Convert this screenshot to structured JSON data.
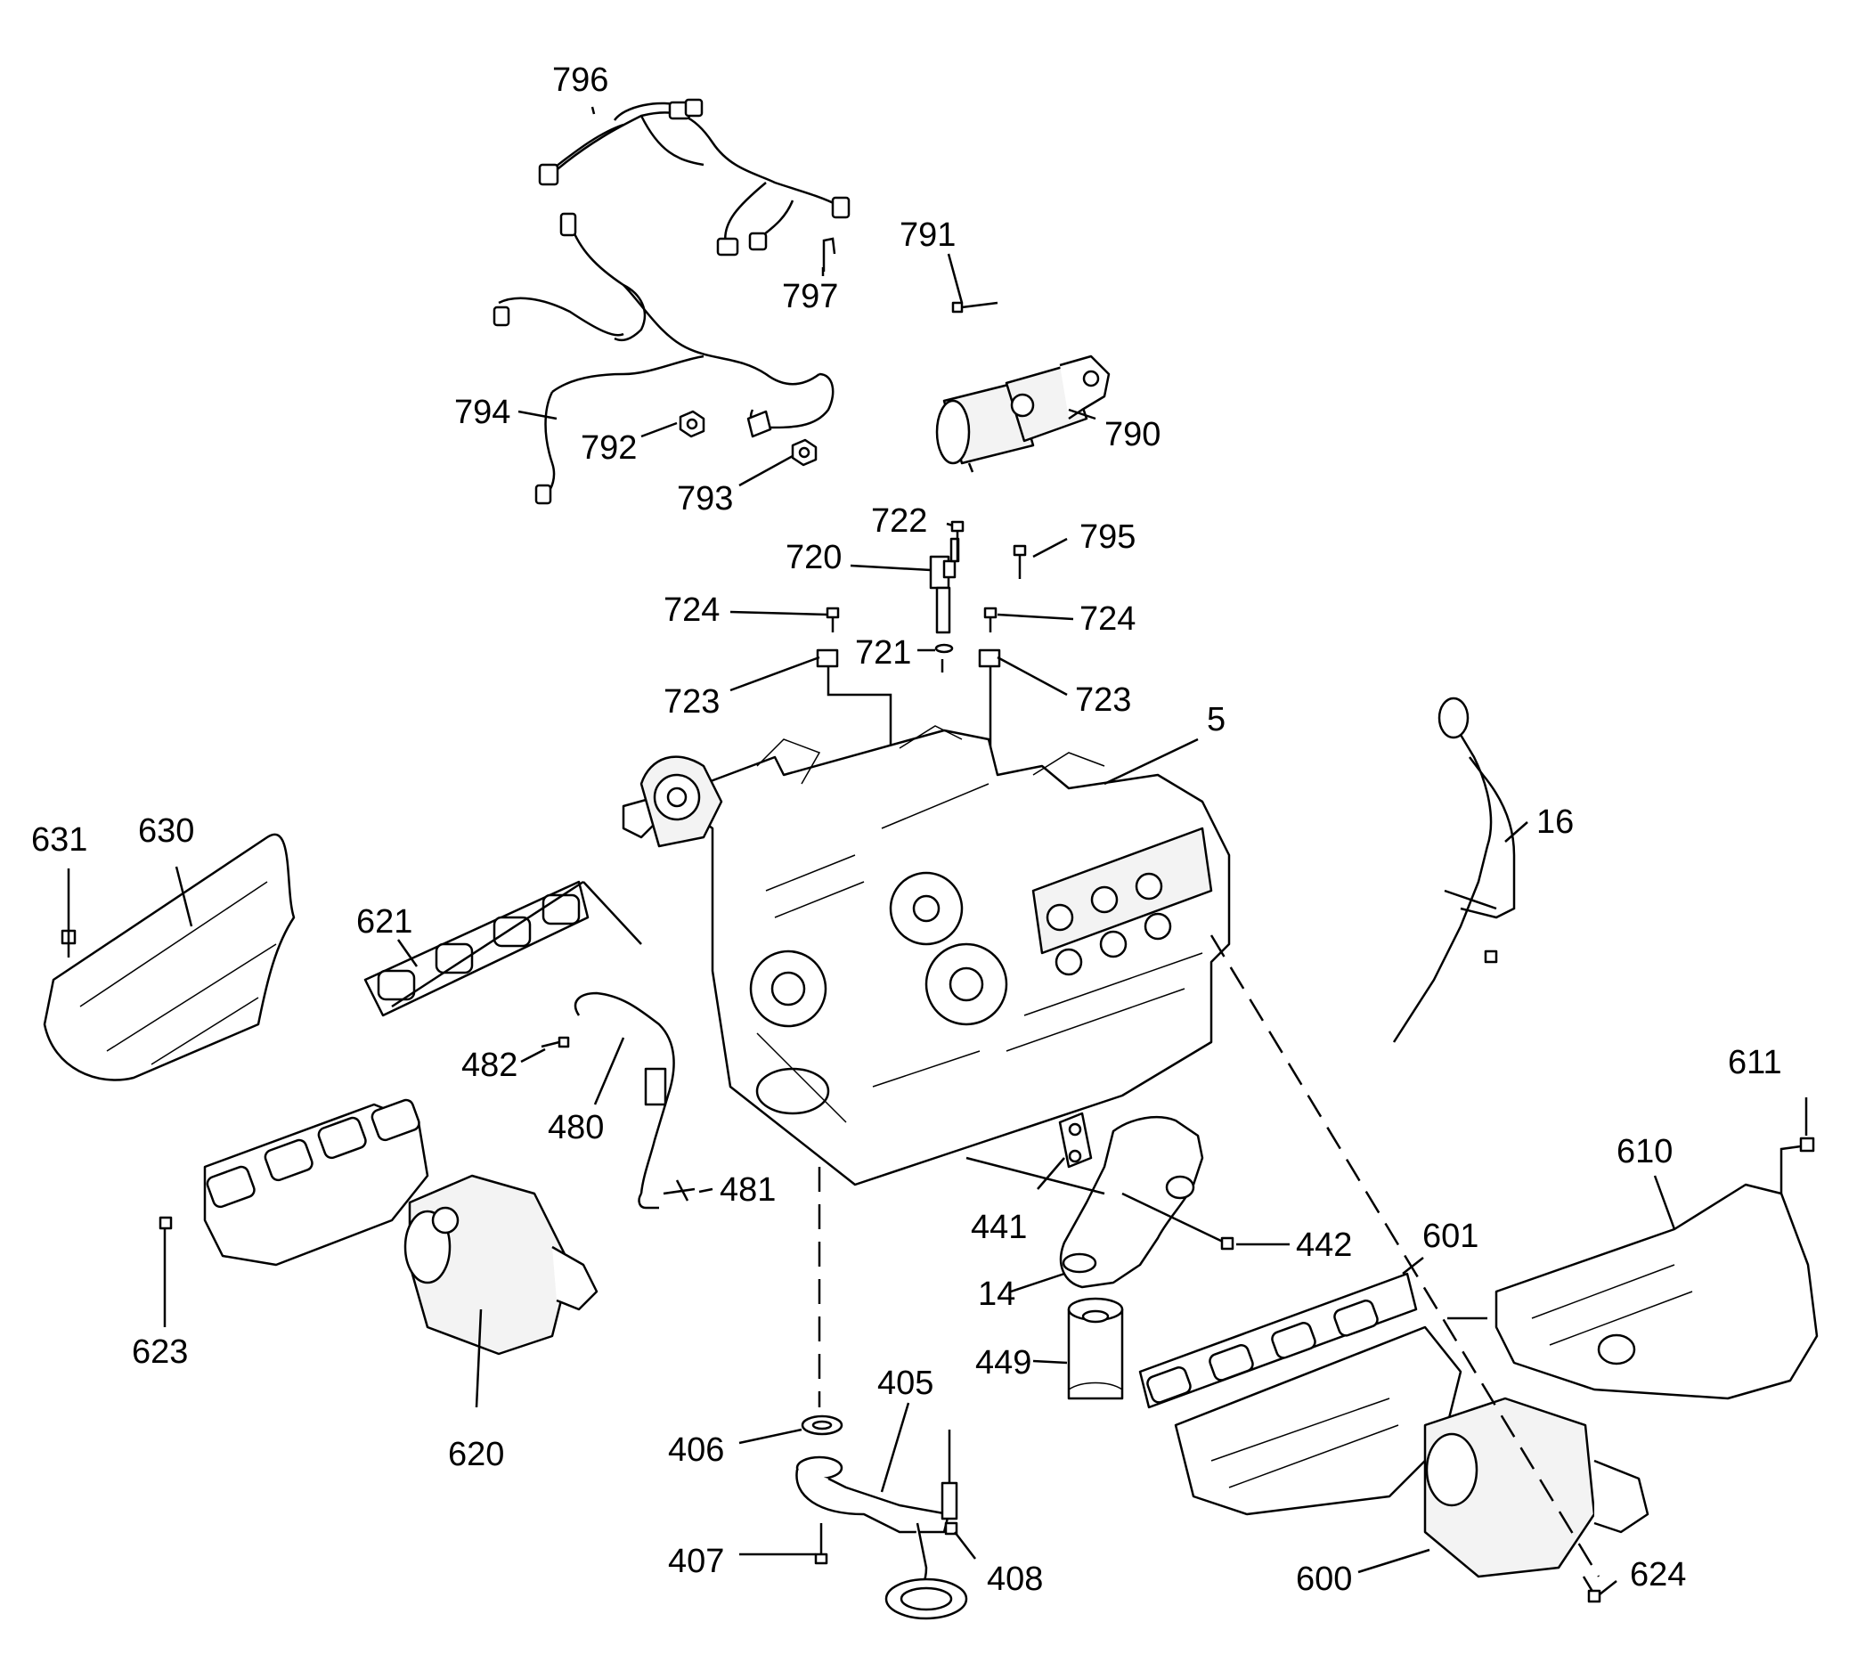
{
  "callouts": [
    {
      "id": "796",
      "text": "796"
    },
    {
      "id": "791",
      "text": "791"
    },
    {
      "id": "797",
      "text": "797"
    },
    {
      "id": "794",
      "text": "794"
    },
    {
      "id": "792",
      "text": "792"
    },
    {
      "id": "790",
      "text": "790"
    },
    {
      "id": "793",
      "text": "793"
    },
    {
      "id": "722",
      "text": "722"
    },
    {
      "id": "795",
      "text": "795"
    },
    {
      "id": "720",
      "text": "720"
    },
    {
      "id": "724a",
      "text": "724"
    },
    {
      "id": "724b",
      "text": "724"
    },
    {
      "id": "721",
      "text": "721"
    },
    {
      "id": "723a",
      "text": "723"
    },
    {
      "id": "723b",
      "text": "723"
    },
    {
      "id": "5",
      "text": "5"
    },
    {
      "id": "16",
      "text": "16"
    },
    {
      "id": "631",
      "text": "631"
    },
    {
      "id": "630",
      "text": "630"
    },
    {
      "id": "621",
      "text": "621"
    },
    {
      "id": "482",
      "text": "482"
    },
    {
      "id": "480",
      "text": "480"
    },
    {
      "id": "481",
      "text": "481"
    },
    {
      "id": "611",
      "text": "611"
    },
    {
      "id": "610",
      "text": "610"
    },
    {
      "id": "441",
      "text": "441"
    },
    {
      "id": "442",
      "text": "442"
    },
    {
      "id": "601",
      "text": "601"
    },
    {
      "id": "14",
      "text": "14"
    },
    {
      "id": "449",
      "text": "449"
    },
    {
      "id": "623",
      "text": "623"
    },
    {
      "id": "620",
      "text": "620"
    },
    {
      "id": "405",
      "text": "405"
    },
    {
      "id": "406",
      "text": "406"
    },
    {
      "id": "407",
      "text": "407"
    },
    {
      "id": "408",
      "text": "408"
    },
    {
      "id": "600",
      "text": "600"
    },
    {
      "id": "624",
      "text": "624"
    }
  ]
}
